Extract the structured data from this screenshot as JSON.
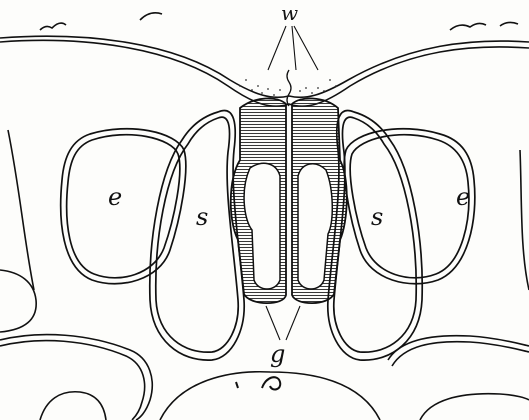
{
  "labels": {
    "w": "w",
    "e_left": "e",
    "s_left": "s",
    "s_right": "s",
    "e_right": "e",
    "g": "g"
  },
  "colors": {
    "ink": "#111111",
    "paper": "#fdfdfb"
  }
}
